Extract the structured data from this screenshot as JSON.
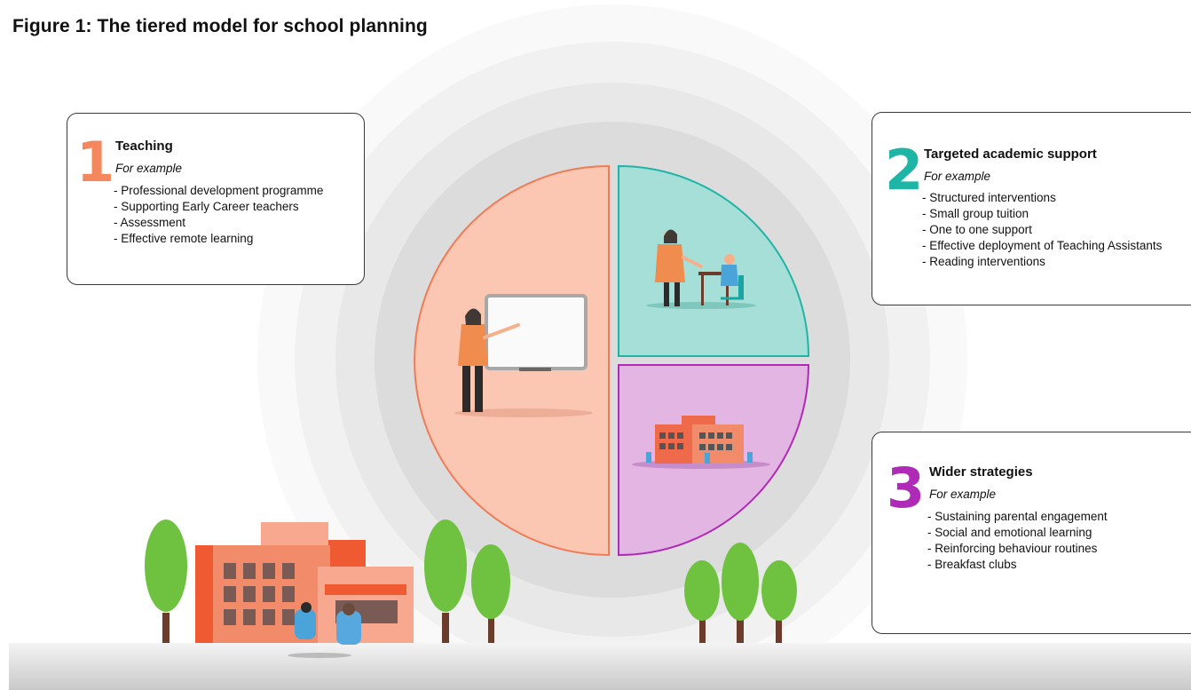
{
  "title": "Figure 1: The tiered model for school planning",
  "colors": {
    "tier1": "#f5875e",
    "tier1_fill": "#fbc6b2",
    "tier2": "#1fb5a6",
    "tier2_fill": "#a6dfd8",
    "tier3": "#b02ab8",
    "tier3_fill": "#e3b5e3",
    "building": "#ef6a4a",
    "tree": "#6fc23f"
  },
  "tiers": [
    {
      "number": "1",
      "heading": "Teaching",
      "subheading": "For example",
      "items": [
        "- Professional development programme",
        "- Supporting Early Career teachers",
        "- Assessment",
        "- Effective remote learning"
      ]
    },
    {
      "number": "2",
      "heading": "Targeted academic support",
      "subheading": "For example",
      "items": [
        "- Structured interventions",
        "- Small group tuition",
        "- One to one support",
        "- Effective deployment of Teaching Assistants",
        "- Reading interventions"
      ]
    },
    {
      "number": "3",
      "heading": "Wider strategies",
      "subheading": "For example",
      "items": [
        "- Sustaining parental engagement",
        "- Social and emotional learning",
        "- Reinforcing behaviour routines",
        "- Breakfast clubs"
      ]
    }
  ]
}
